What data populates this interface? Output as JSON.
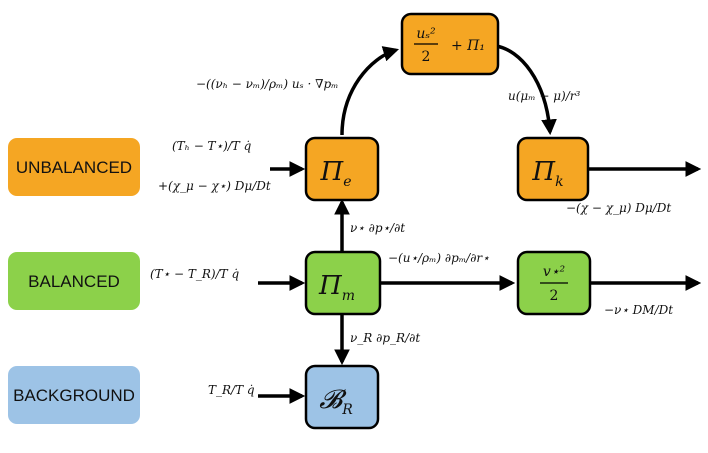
{
  "categories": {
    "unbalanced": {
      "label": "UNBALANCED",
      "color": "#f5a623"
    },
    "balanced": {
      "label": "BALANCED",
      "color": "#8cd14a"
    },
    "background": {
      "label": "BACKGROUND",
      "color": "#9dc3e6"
    }
  },
  "nodes": {
    "pi_e": {
      "label": "Π",
      "sub": "e"
    },
    "pi_k": {
      "label": "Π",
      "sub": "k"
    },
    "pi_m": {
      "label": "Π",
      "sub": "m"
    },
    "kinetic": {
      "numer": "v⋆²",
      "denom": "2"
    },
    "b_r": {
      "label": "𝓑",
      "sub": "R"
    },
    "top": {
      "numer": "uₛ²",
      "denom": "2",
      "plus": "+ Π₁"
    }
  },
  "terms": {
    "heating_unbalanced_line1": "(Tₕ − T⋆)/T  q̇",
    "heating_unbalanced_line2": "+(χ_μ − χ⋆) Dμ/Dt",
    "heating_balanced": "(T⋆ − T_R)/T  q̇",
    "heating_background": "T_R/T  q̇",
    "conversion_top_left": "−((νₕ − νₘ)/ρₘ) uₛ · ∇pₘ",
    "conversion_top_right": "u(μₘ − μ)/r³",
    "pi_m_to_pi_e": "ν⋆ ∂p⋆/∂t",
    "pi_m_to_kinetic": "−(u⋆/ρₘ) ∂pₘ/∂r⋆",
    "pi_m_to_background": "ν_R ∂p_R/∂t",
    "pi_k_sink": "−(χ − χ_μ) Dμ/Dt",
    "kinetic_sink": "−ν⋆ DM/Dt"
  }
}
